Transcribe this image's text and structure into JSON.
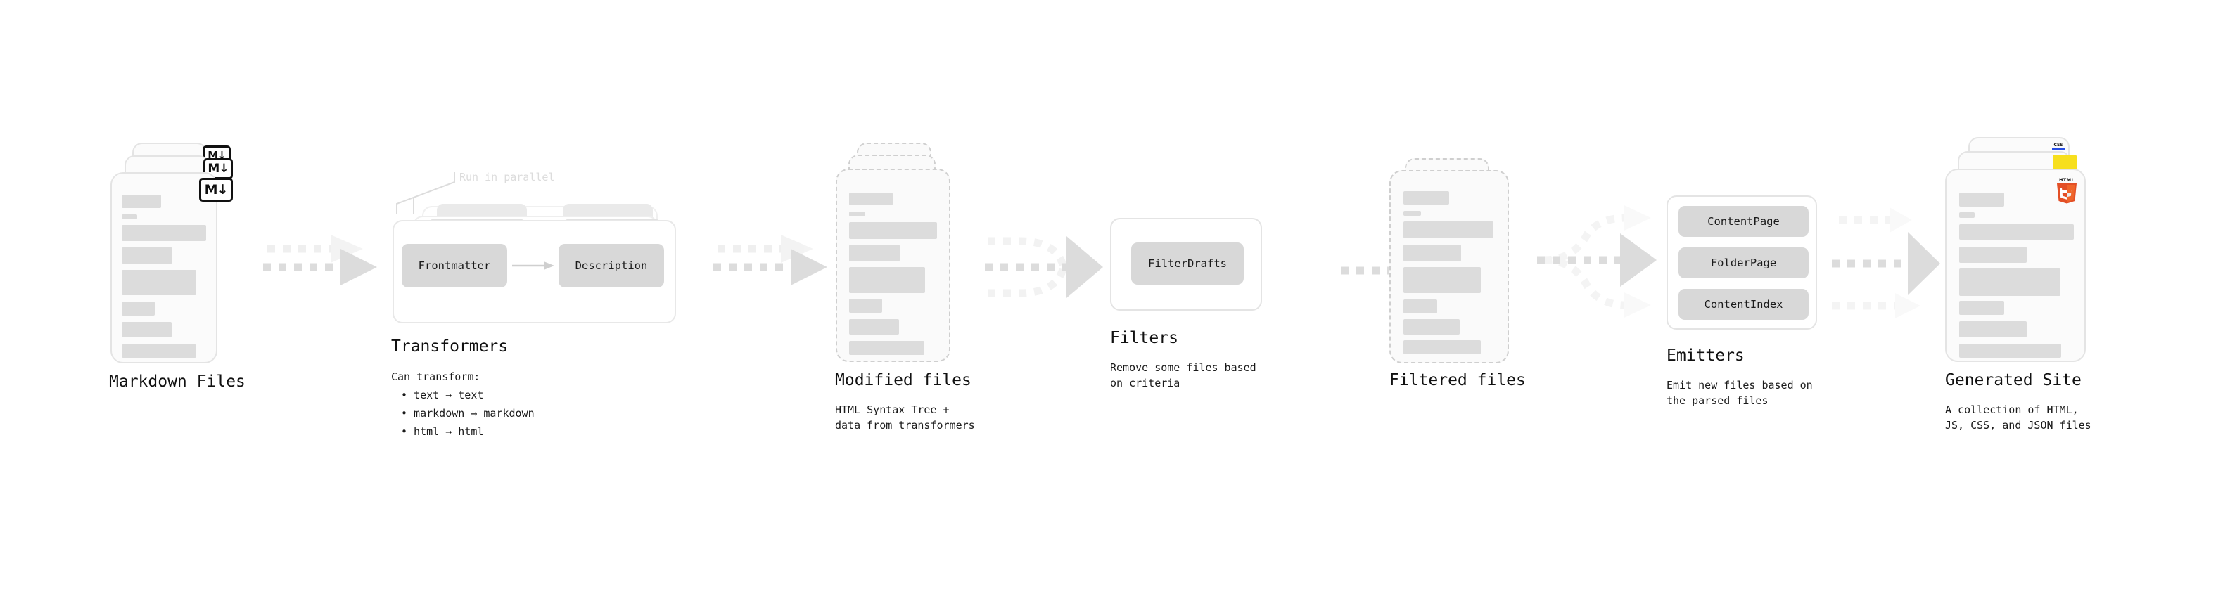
{
  "diagram": {
    "type": "pipeline-flow",
    "background": "#ffffff",
    "accent_gray": "#dcdcdc",
    "chip_gray": "#d8d8d8",
    "text_color": "#111111",
    "stages": [
      {
        "id": "markdown-files",
        "title": "Markdown Files",
        "caption": "",
        "kind": "document-stack",
        "badge": "markdown-badge",
        "badge_label": "M↓",
        "stack_count": 3,
        "dashed": false
      },
      {
        "id": "transformers",
        "title": "Transformers",
        "caption": "Can transform:",
        "bullets": [
          "• text → text",
          "• markdown → markdown",
          "• html → html"
        ],
        "kind": "process-stack",
        "annotation": "Run in parallel",
        "stack_count": 3,
        "chips": [
          "Frontmatter",
          "Description"
        ]
      },
      {
        "id": "modified-files",
        "title": "Modified files",
        "caption": "HTML Syntax Tree +\ndata from transformers",
        "kind": "document-stack",
        "stack_count": 3,
        "dashed": true
      },
      {
        "id": "filters",
        "title": "Filters",
        "caption": "Remove some files based\non criteria",
        "kind": "process-box",
        "chips": [
          "FilterDrafts"
        ]
      },
      {
        "id": "filtered-files",
        "title": "Filtered files",
        "caption": "",
        "kind": "document-stack",
        "stack_count": 2,
        "dashed": true
      },
      {
        "id": "emitters",
        "title": "Emitters",
        "caption": "Emit new files based on\nthe parsed files",
        "kind": "process-box",
        "chips": [
          "ContentPage",
          "FolderPage",
          "ContentIndex"
        ]
      },
      {
        "id": "generated-site",
        "title": "Generated Site",
        "caption": "A collection of HTML,\nJS, CSS, and JSON files",
        "kind": "document-stack",
        "stack_count": 3,
        "dashed": false,
        "badges": [
          "css3-badge",
          "js-badge",
          "html5-badge"
        ],
        "badge_labels": [
          "CSS",
          "JS",
          "HTML5"
        ]
      }
    ],
    "connectors": [
      {
        "id": "arrow-markdown-to-transformers",
        "style": "dashed-double"
      },
      {
        "id": "arrow-transformers-to-modified",
        "style": "dashed-double"
      },
      {
        "id": "arrow-modified-to-filters",
        "style": "dashed-fan-in"
      },
      {
        "id": "arrow-filters-to-filtered",
        "style": "dashed-single"
      },
      {
        "id": "arrow-filtered-to-emitters",
        "style": "dashed-fan-out"
      },
      {
        "id": "arrow-emitters-to-site",
        "style": "dashed-fan-out"
      }
    ]
  }
}
